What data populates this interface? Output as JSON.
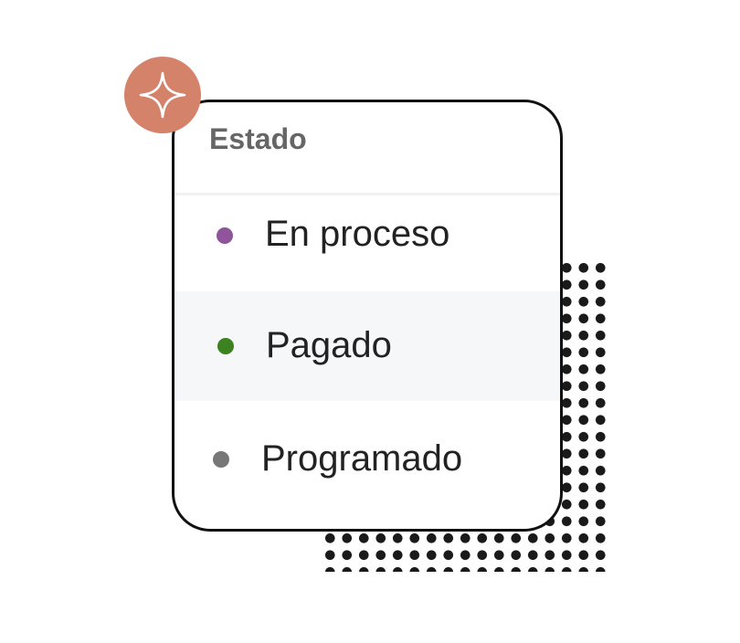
{
  "panel": {
    "title": "Estado"
  },
  "options": [
    {
      "label": "En proceso",
      "dot_color": "#8e559b"
    },
    {
      "label": "Pagado",
      "dot_color": "#3c8221"
    },
    {
      "label": "Programado",
      "dot_color": "#777777"
    }
  ],
  "badge": {
    "icon": "sparkle-icon",
    "color": "#d5826a"
  },
  "decoration": {
    "pattern": "dot-grid",
    "color": "#1a1a1a"
  }
}
